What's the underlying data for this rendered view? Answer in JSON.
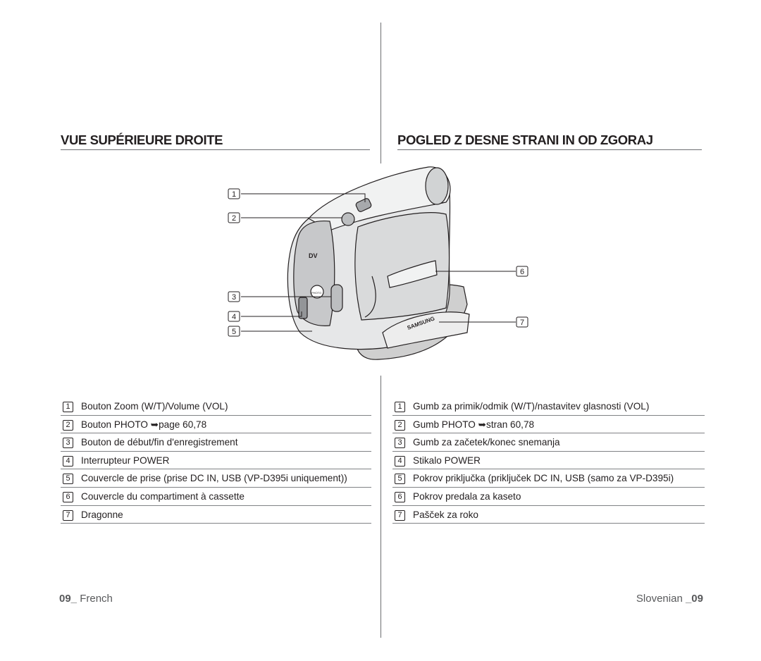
{
  "left": {
    "title": "VUE SUPÉRIEURE DROITE",
    "items": [
      {
        "num": "1",
        "text": "Bouton Zoom (W/T)/Volume (VOL)"
      },
      {
        "num": "2",
        "text": "Bouton PHOTO ➥page 60,78"
      },
      {
        "num": "3",
        "text": "Bouton de début/fin d'enregistrement"
      },
      {
        "num": "4",
        "text": "Interrupteur POWER"
      },
      {
        "num": "5",
        "text": "Couvercle de prise (prise DC IN, USB (VP-D395i uniquement))"
      },
      {
        "num": "6",
        "text": "Couvercle du compartiment à cassette"
      },
      {
        "num": "7",
        "text": "Dragonne"
      }
    ],
    "footer": {
      "page": "09_",
      "lang": "French"
    }
  },
  "right": {
    "title": "POGLED Z DESNE STRANI IN OD ZGORAJ",
    "items": [
      {
        "num": "1",
        "text": "Gumb za primik/odmik (W/T)/nastavitev glasnosti (VOL)"
      },
      {
        "num": "2",
        "text": "Gumb PHOTO ➥stran 60,78"
      },
      {
        "num": "3",
        "text": "Gumb za začetek/konec snemanja"
      },
      {
        "num": "4",
        "text": "Stikalo POWER"
      },
      {
        "num": "5",
        "text": "Pokrov priključka (priključek DC IN, USB (samo za VP-D395i)"
      },
      {
        "num": "6",
        "text": "Pokrov predala za kaseto"
      },
      {
        "num": "7",
        "text": "Pašček za roko"
      }
    ],
    "footer": {
      "lang": "Slovenian",
      "page": "_09"
    }
  },
  "illustration": {
    "callouts": [
      "1",
      "2",
      "3",
      "4",
      "5",
      "6",
      "7"
    ],
    "camera_labels": {
      "port": "DV",
      "brand": "SAMSUNG",
      "photo_button": "PHOTO"
    }
  },
  "colors": {
    "text": "#231f20",
    "rule": "#808285",
    "footer": "#58595b"
  }
}
